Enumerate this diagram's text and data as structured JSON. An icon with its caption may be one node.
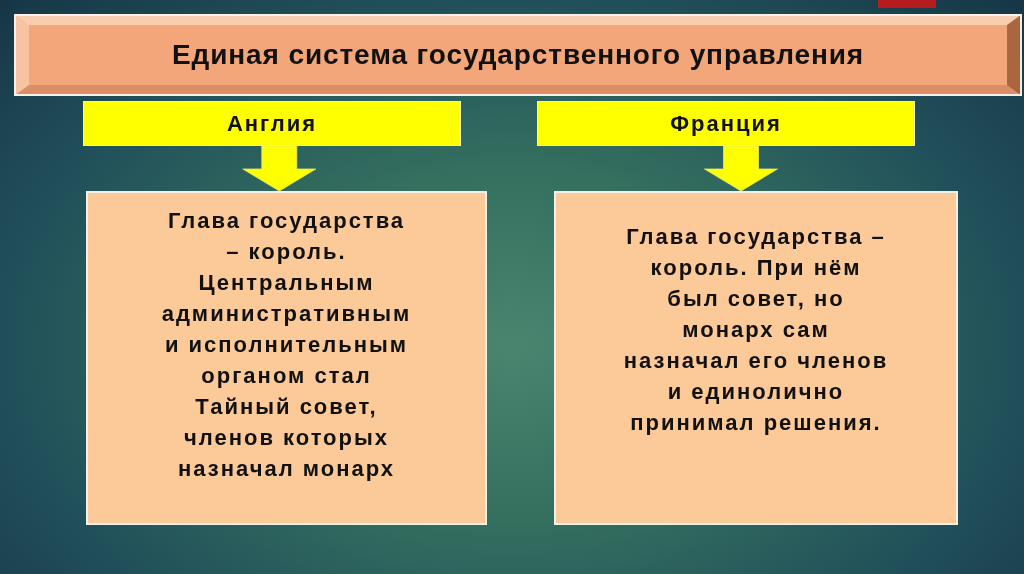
{
  "diagram": {
    "nodes": [
      {
        "text": [
          "Единая система государственного управления"
        ]
      },
      {
        "text": [
          "Англия"
        ]
      },
      {
        "text": [
          "Франция"
        ]
      },
      {
        "text": [
          "Глава государства – король. Центральным административным и исполнительным органом стал Тайный совет, членов которых назначал монарх"
        ]
      },
      {
        "text": [
          "Глава государства – король. При нём был совет, но монарх сам назначал его членов и единолично принимал решения."
        ]
      }
    ],
    "edges": [
      {
        "from": 1,
        "to": 3,
        "arrow": "to",
        "style": "thick"
      },
      {
        "from": 2,
        "to": 4,
        "arrow": "to",
        "style": "thick"
      }
    ]
  }
}
